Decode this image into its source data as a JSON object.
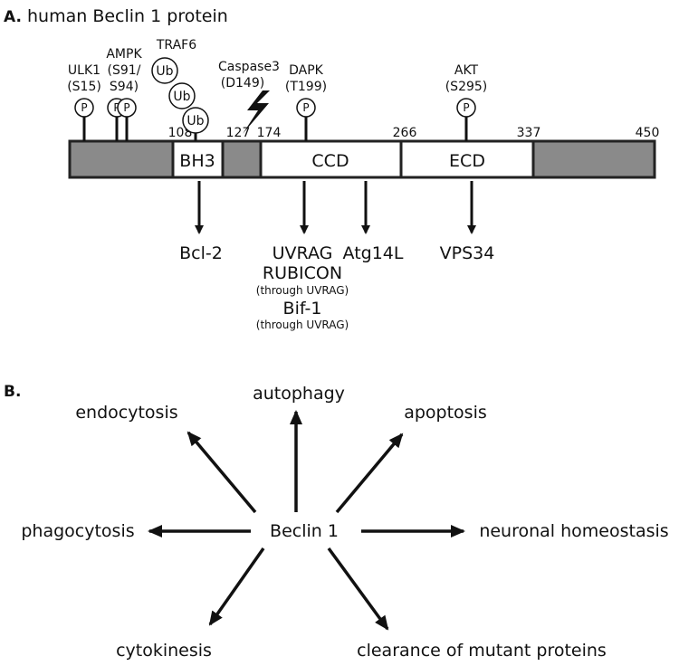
{
  "panel_a": {
    "label": "A.",
    "title": "human Beclin 1 protein",
    "positions": {
      "p108": "108",
      "p127": "127",
      "p174": "174",
      "p266": "266",
      "p337": "337",
      "p450": "450"
    },
    "domains": {
      "bh3": "BH3",
      "ccd": "CCD",
      "ecd": "ECD"
    },
    "kinases": {
      "ulk1": {
        "name": "ULK1",
        "site": "(S15)"
      },
      "ampk": {
        "name": "AMPK",
        "site_line1": "(S91/",
        "site_line2": "S94)"
      },
      "traf6": {
        "name": "TRAF6"
      },
      "caspase3": {
        "name": "Caspase3",
        "site": "(D149)"
      },
      "dapk": {
        "name": "DAPK",
        "site": "(T199)"
      },
      "akt": {
        "name": "AKT",
        "site": "(S295)"
      }
    },
    "mod_symbols": {
      "phospho": "P",
      "ubiquitin": "Ub"
    },
    "binders": {
      "bcl2": "Bcl-2",
      "uvrag": "UVRAG",
      "atg14l": "Atg14L",
      "vps34": "VPS34",
      "rubicon": "RUBICON",
      "rubicon_note": "(through UVRAG)",
      "bif1": "Bif-1",
      "bif1_note": "(through UVRAG)"
    }
  },
  "panel_b": {
    "label": "B.",
    "center": "Beclin 1",
    "functions": {
      "autophagy": "autophagy",
      "endocytosis": "endocytosis",
      "apoptosis": "apoptosis",
      "phagocytosis": "phagocytosis",
      "neuronal": "neuronal homeostasis",
      "cytokinesis": "cytokinesis",
      "clearance": "clearance of mutant proteins"
    }
  },
  "colors": {
    "domain_fill": "#8a8a8a",
    "outline": "#222222",
    "text": "#111111"
  }
}
